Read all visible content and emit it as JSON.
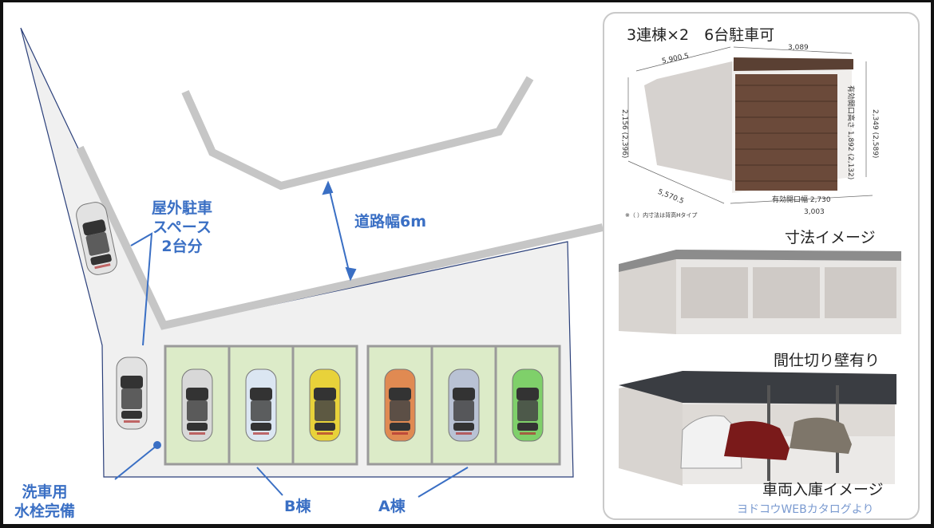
{
  "plan": {
    "outdoor_parking_label": [
      "屋外駐車",
      "スペース",
      "2台分"
    ],
    "road_width_label": "道路幅6m",
    "water_label": [
      "洗車用",
      "水栓完備"
    ],
    "building_b_label": "B棟",
    "building_a_label": "A棟",
    "car_colors_b": [
      "#d8d8d8",
      "#dbe6f2",
      "#e8d23a"
    ],
    "car_colors_a": [
      "#e08a52",
      "#b9c2d4",
      "#7fd06a"
    ],
    "accent_color": "#3a6fc4"
  },
  "panel": {
    "title": "3連棟×2　6台駐車可",
    "dims": {
      "top_depth": "5,900.5",
      "top_width": "3,089",
      "left_height": "2,156",
      "left_height_alt": "(2,396)",
      "bottom_depth": "5,570.5",
      "opening_height": "有効開口高さ 1,892 (2,132)",
      "right_height": "2,349",
      "right_height_alt": "(2,589)",
      "opening_width": "有効開口幅 2,730",
      "bottom_width": "3,003",
      "note": "※（ ）内寸法は背高Hタイプ"
    },
    "caption_dimensions": "寸法イメージ",
    "caption_partition": "間仕切り壁有り",
    "caption_parking": "車両入庫イメージ",
    "source": "ヨドコウWEBカタログより"
  }
}
